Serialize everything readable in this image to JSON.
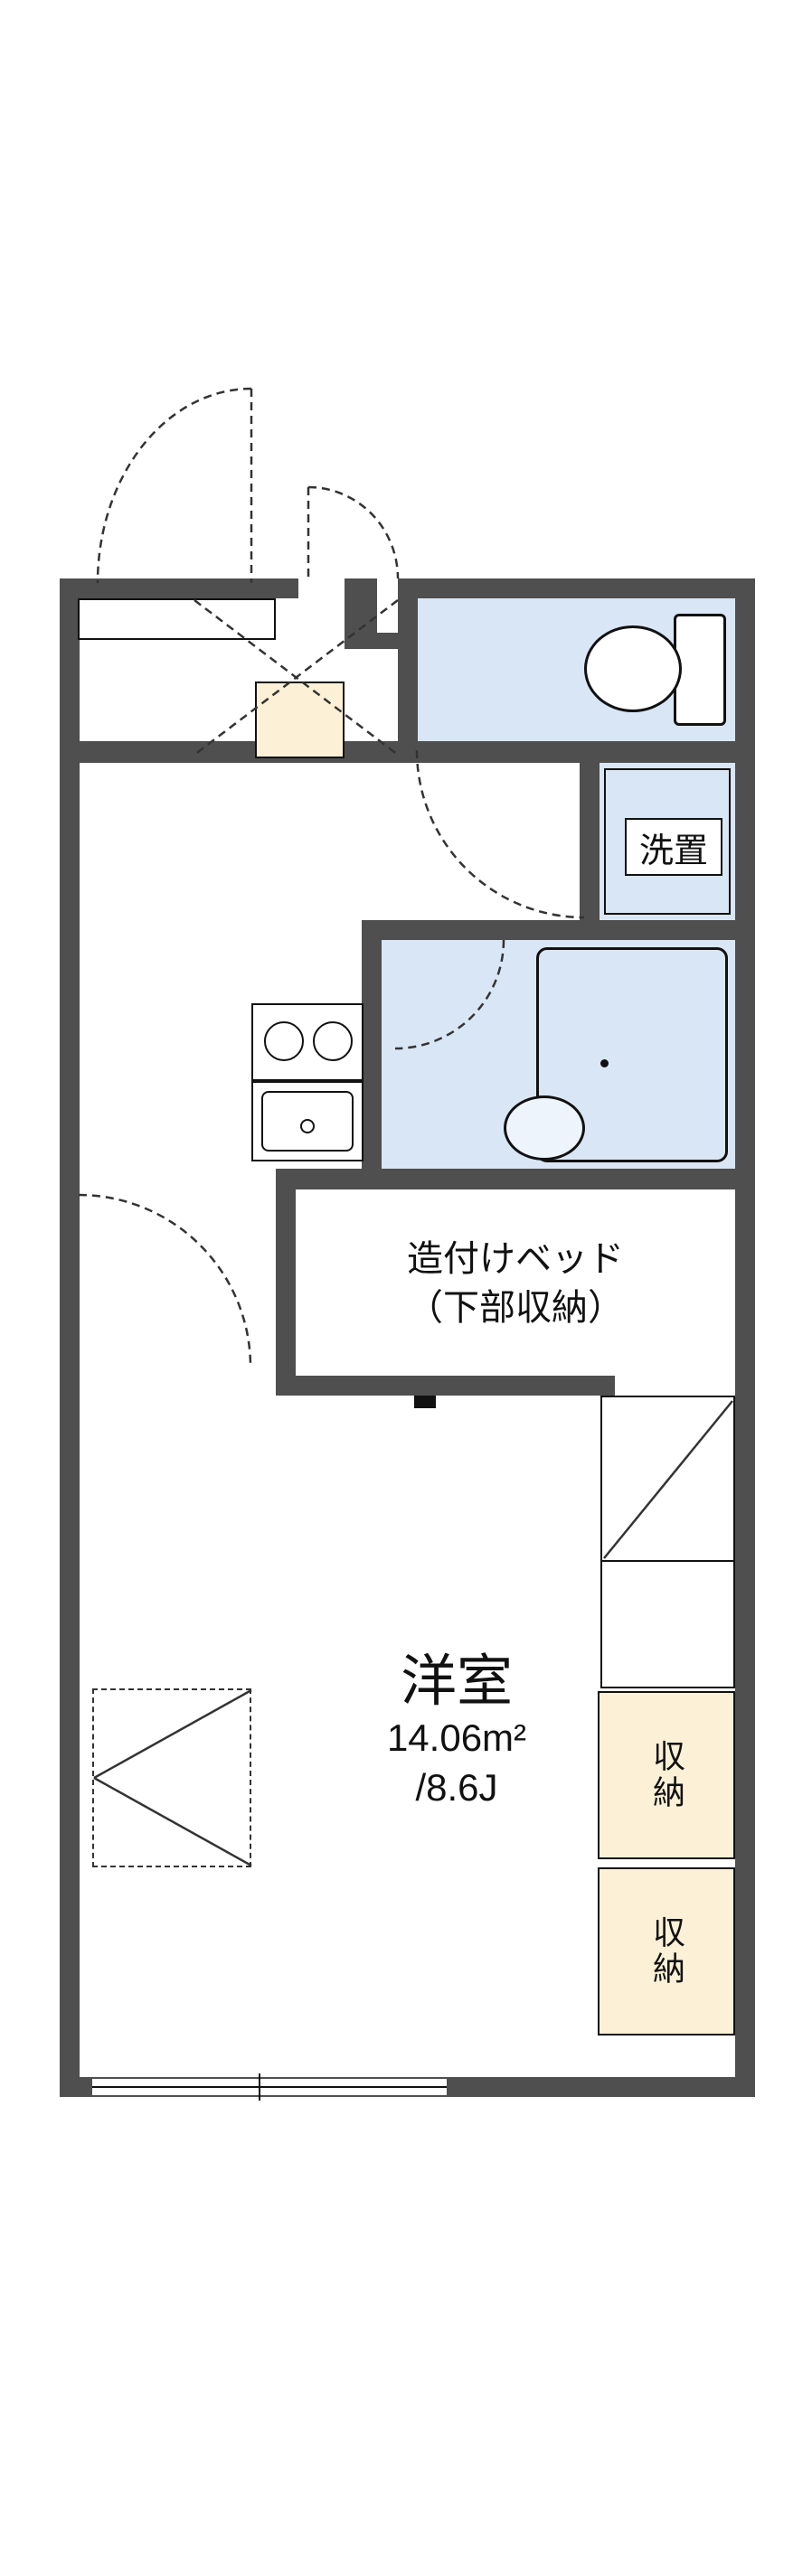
{
  "floorplan": {
    "labels": {
      "laundry": "洗置",
      "bed_line1": "造付けベッド",
      "bed_line2": "（下部収納）",
      "room": "洋室",
      "area_m2": "14.06m²",
      "area_jo": "/8.6J",
      "storage_top": "収納",
      "storage_bottom": "収納"
    },
    "colors": {
      "wall": "#4f4f4f",
      "water_area_fill": "#d9e6f5",
      "storage_fill": "#fcf1d6",
      "line": "#111111",
      "background": "#ffffff"
    }
  }
}
